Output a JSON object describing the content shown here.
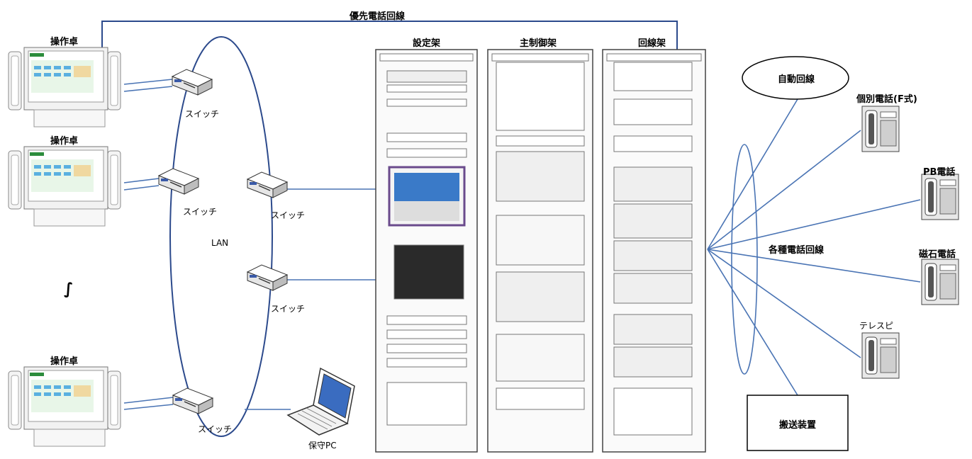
{
  "top_line_label": "優先電話回線",
  "consoles": [
    {
      "label": "操作卓"
    },
    {
      "label": "操作卓"
    },
    {
      "label": "操作卓"
    }
  ],
  "omission_mark": "∫",
  "switch_label": "スイッチ",
  "lan_label": "LAN",
  "maintenance_pc_label": "保守PC",
  "racks": [
    {
      "label": "設定架"
    },
    {
      "label": "主制御架"
    },
    {
      "label": "回線架"
    }
  ],
  "auto_line_label": "自動回線",
  "various_lines_label": "各種電話回線",
  "phones": [
    {
      "label": "個別電話(F式)"
    },
    {
      "label": "PB電話"
    },
    {
      "label": "磁石電話"
    },
    {
      "label": "テレスピ"
    }
  ],
  "carrier_label": "搬送装置",
  "colors": {
    "line_blue": "#4a74b4",
    "loop_blue": "#2c4a8c",
    "rack_border": "#444444",
    "screen_purple": "#6a4a8c"
  }
}
